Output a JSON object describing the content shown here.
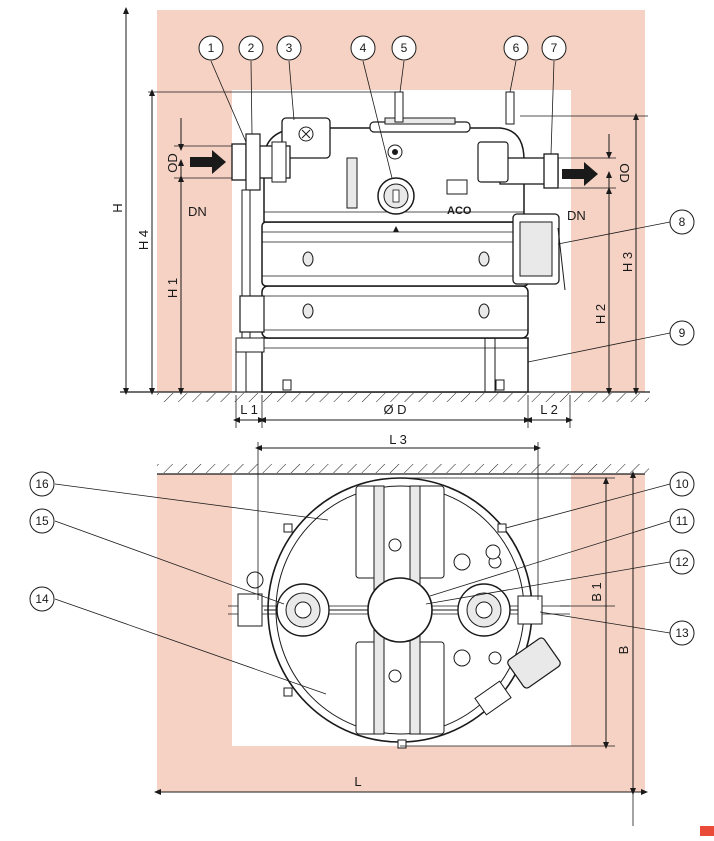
{
  "colors": {
    "wall": "#f6d2c4",
    "stroke": "#1a1a1a",
    "body_fill": "#ffffff",
    "detail_fill": "#e9e9e9",
    "accent": "#e94b38"
  },
  "callouts": [
    "1",
    "2",
    "3",
    "4",
    "5",
    "6",
    "7",
    "8",
    "9",
    "10",
    "11",
    "12",
    "13",
    "14",
    "15",
    "16"
  ],
  "elevation": {
    "od_left": "OD",
    "od_right": "OD",
    "dn_left": "DN",
    "dn_right": "DN",
    "logo": "ACO",
    "dims": {
      "h": "H",
      "h4": "H 4",
      "h1": "H 1",
      "h2": "H 2",
      "h3": "H 3",
      "l1": "L 1",
      "od_dia": "Ø D",
      "l2": "L 2"
    }
  },
  "plan": {
    "dims": {
      "l3": "L 3",
      "b1": "B 1",
      "b": "B",
      "l": "L"
    }
  }
}
